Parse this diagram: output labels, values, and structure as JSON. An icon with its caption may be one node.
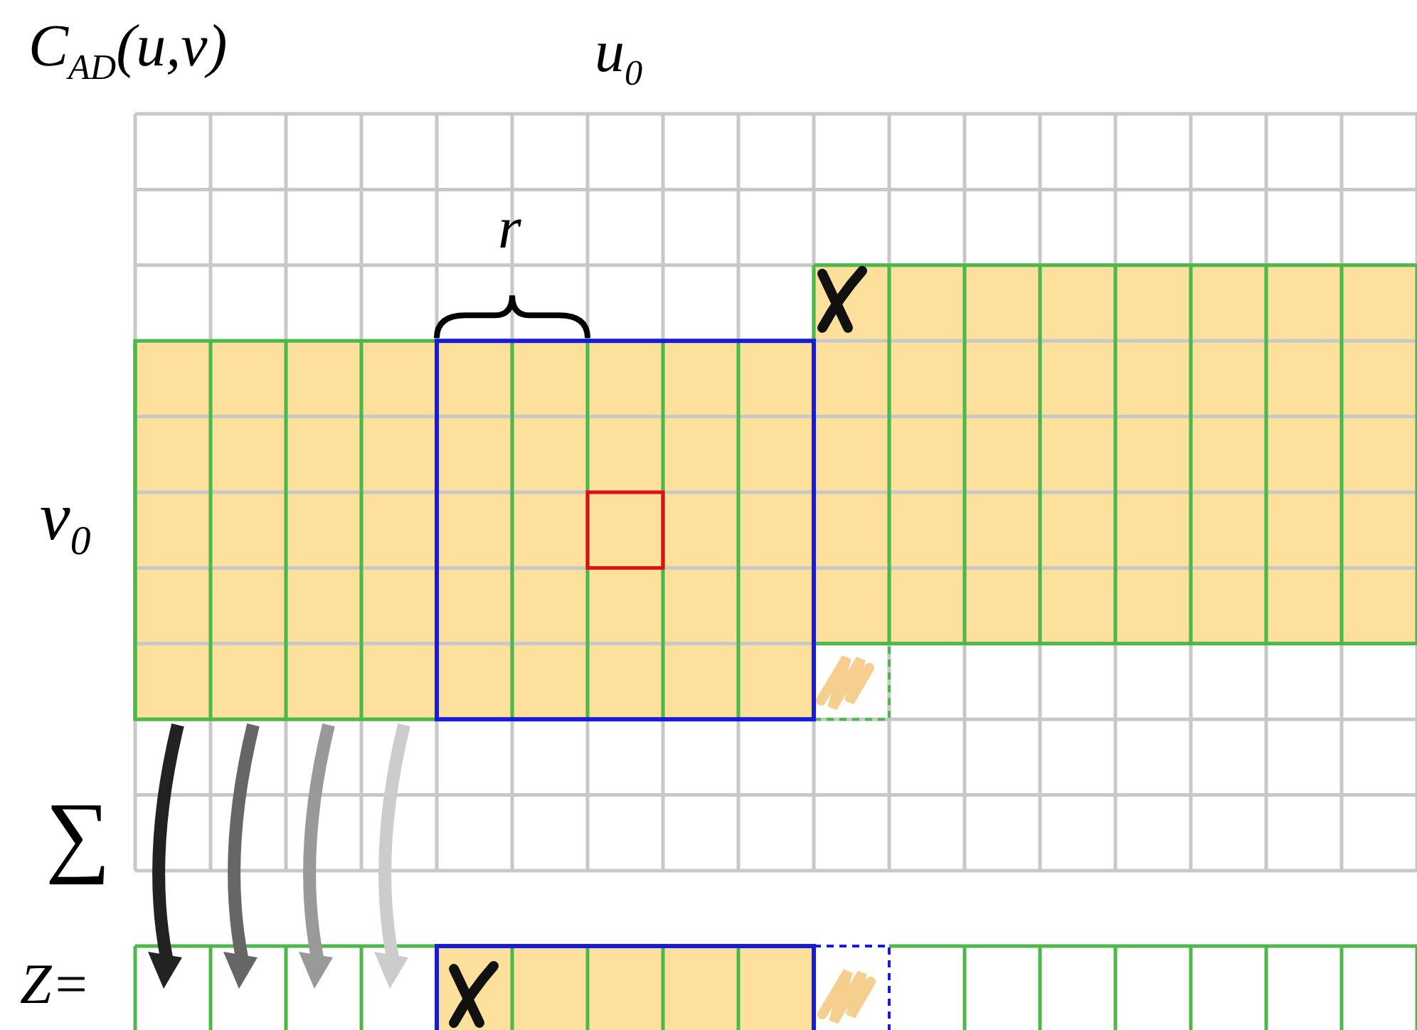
{
  "diagram": {
    "labels": [
      "C$_{AD}$(u,v)",
      "u$_{0}$",
      "r",
      "v$_{0}$",
      "∑",
      "Z="
    ]
  }
}
